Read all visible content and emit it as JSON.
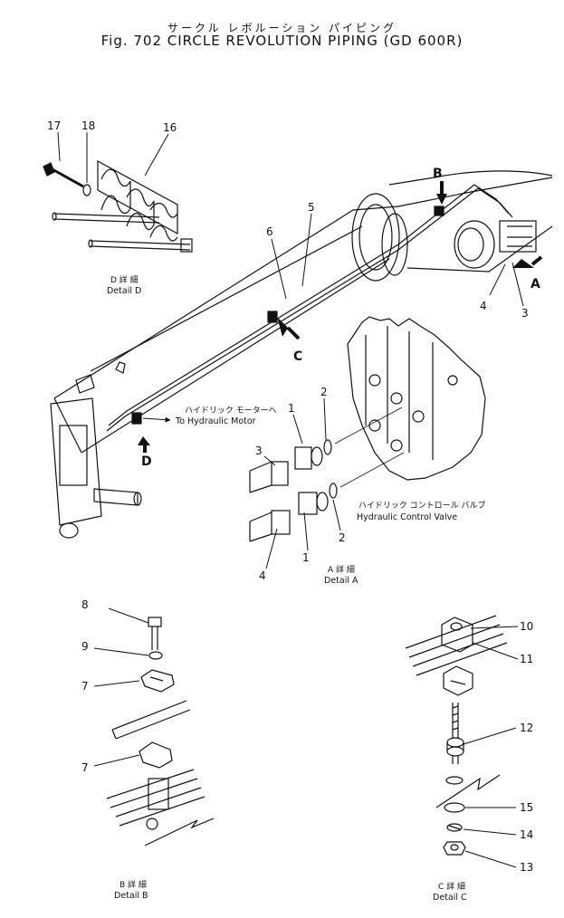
{
  "header": {
    "title_jp": "サークル レボルーション パイピング",
    "title_en": "Fig. 702 CIRCLE REVOLUTION PIPING (GD 600R)"
  },
  "callouts": {
    "c1a": "1",
    "c1b": "1",
    "c2a": "2",
    "c2b": "2",
    "c3a": "3",
    "c3b": "3",
    "c4a": "4",
    "c4b": "4",
    "c5": "5",
    "c6": "6",
    "c7a": "7",
    "c7b": "7",
    "c8": "8",
    "c9": "9",
    "c10": "10",
    "c11": "11",
    "c12": "12",
    "c13": "13",
    "c14": "14",
    "c15": "15",
    "c16": "16",
    "c17": "17",
    "c18": "18"
  },
  "view_markers": {
    "a": "A",
    "b": "B",
    "c": "C",
    "d": "D"
  },
  "labels": {
    "hyd_motor_jp": "ハイドリック モーターへ",
    "hyd_motor_en": "To Hydraulic Motor",
    "control_valve_jp": "ハイドリック コントロール バルブ",
    "control_valve_en": "Hydraulic Control Valve"
  },
  "details": {
    "a_jp": "A 詳 細",
    "a_en": "Detail A",
    "b_jp": "B 詳 細",
    "b_en": "Detail B",
    "c_jp": "C 詳 細",
    "c_en": "Detail C",
    "d_jp": "D 詳 細",
    "d_en": "Detail D"
  }
}
